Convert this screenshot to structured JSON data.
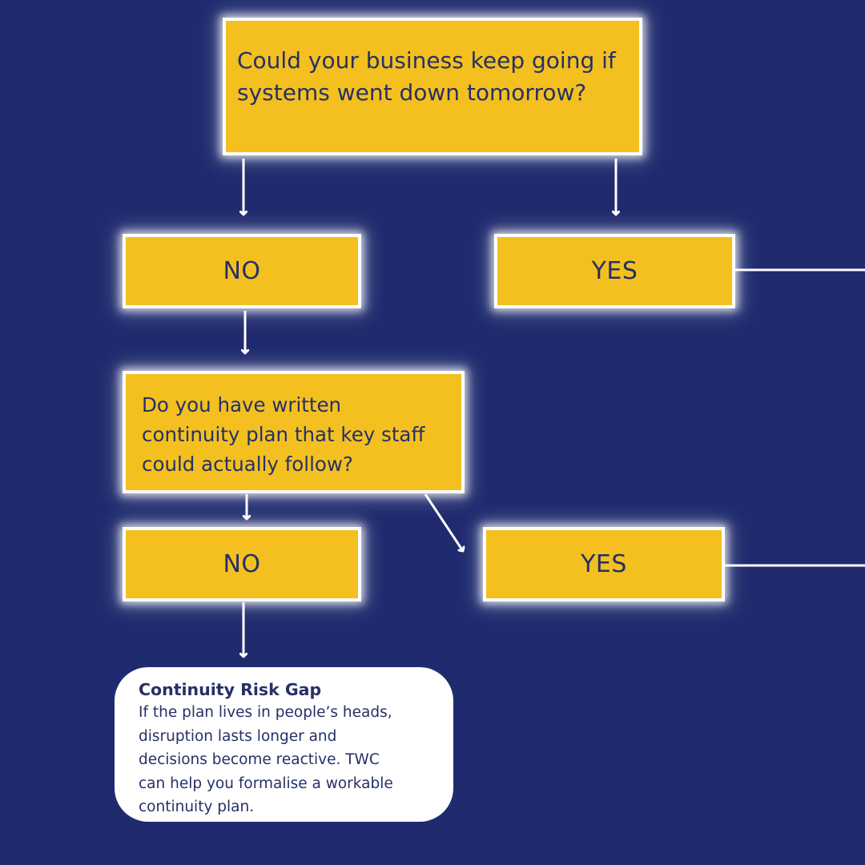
{
  "colors": {
    "background": "#1f2b6e",
    "box_fill": "#f3c020",
    "box_border": "#ffffff",
    "text": "#263066",
    "connector": "#ffffff"
  },
  "flowchart": {
    "question_1": "Could your business keep going if systems went down tomorrow?",
    "q1_no": "NO",
    "q1_yes": "YES",
    "question_2": "Do you have written continuity plan that key staff could actually follow?",
    "q2_no": "NO",
    "q2_yes": "YES",
    "result_card": {
      "title": "Continuity Risk Gap",
      "body": " If the plan lives in people’s heads,\ndisruption lasts longer and\ndecisions become reactive. TWC\ncan help you formalise a workable\ncontinuity plan."
    }
  }
}
